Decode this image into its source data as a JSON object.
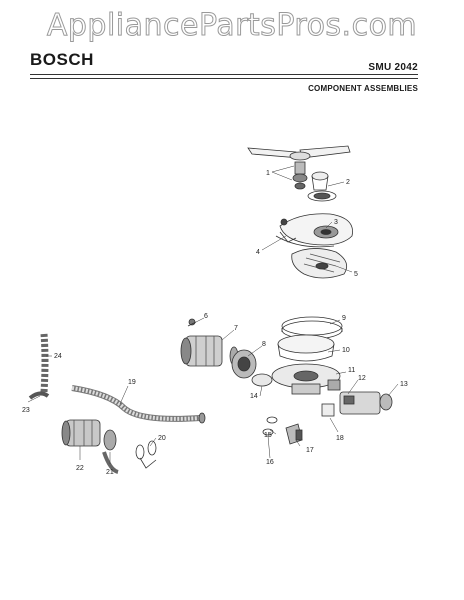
{
  "watermark": "AppliancePartsPros.com",
  "brand": "BOSCH",
  "model": "SMU 2042",
  "section_title": "COMPONENT ASSEMBLIES",
  "callouts": [
    "1",
    "2",
    "3",
    "4",
    "5",
    "6",
    "7",
    "8",
    "9",
    "10",
    "11",
    "12",
    "13",
    "14",
    "15",
    "16",
    "17",
    "18",
    "19",
    "20",
    "21",
    "22",
    "23",
    "24"
  ]
}
